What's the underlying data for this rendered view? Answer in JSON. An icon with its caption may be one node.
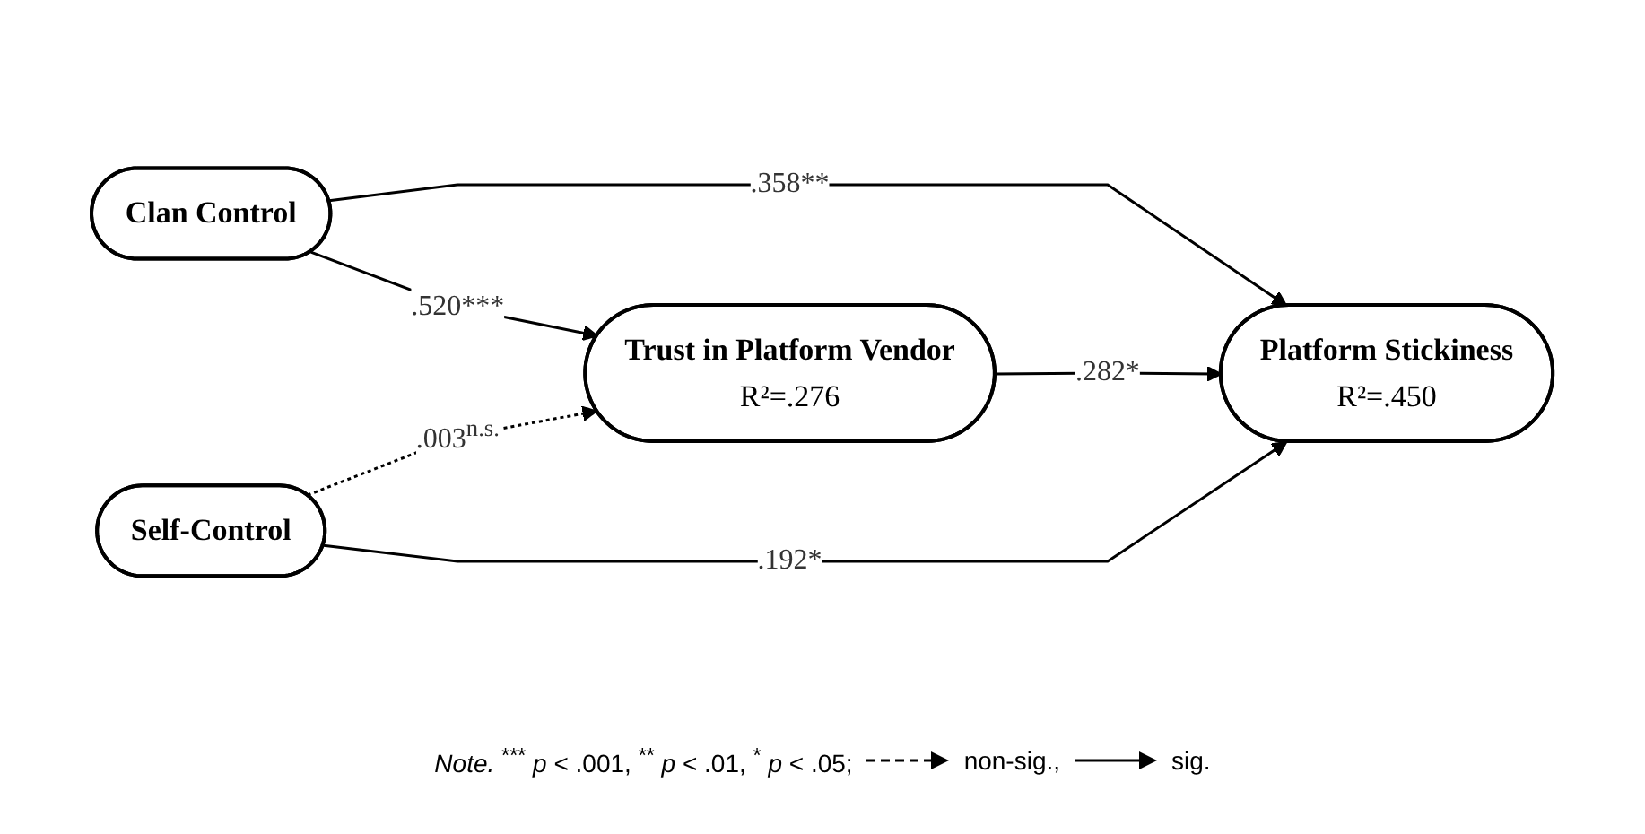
{
  "diagram": {
    "caption": "*Note.* $^{***}$ *p* < .001, $^{**}$ *p* < .01, $^{*}$ *p* < .05;",
    "nodes": [
      {
        "text": [
          "Clan Control"
        ]
      },
      {
        "text": [
          "Self-Control"
        ]
      },
      {
        "text": [
          "Trust in Platform Vendor",
          "R²=.276"
        ]
      },
      {
        "text": [
          "Platform Stickiness",
          "R²=.450"
        ]
      }
    ],
    "edges": [
      {
        "from": 0,
        "to": 3,
        "arrow": "to",
        "label": ".358**"
      },
      {
        "from": 0,
        "to": 2,
        "arrow": "to",
        "label": ".520***"
      },
      {
        "from": 2,
        "to": 3,
        "arrow": "to",
        "label": ".282*"
      },
      {
        "from": 1,
        "to": 2,
        "arrow": "to",
        "label": ".003$^{n.s.}$",
        "style": "dashed"
      },
      {
        "from": 1,
        "to": 3,
        "arrow": "to",
        "label": ".192*"
      }
    ],
    "legend": [
      {
        "text": "non-sig.,"
      },
      {
        "text": "sig."
      }
    ]
  }
}
